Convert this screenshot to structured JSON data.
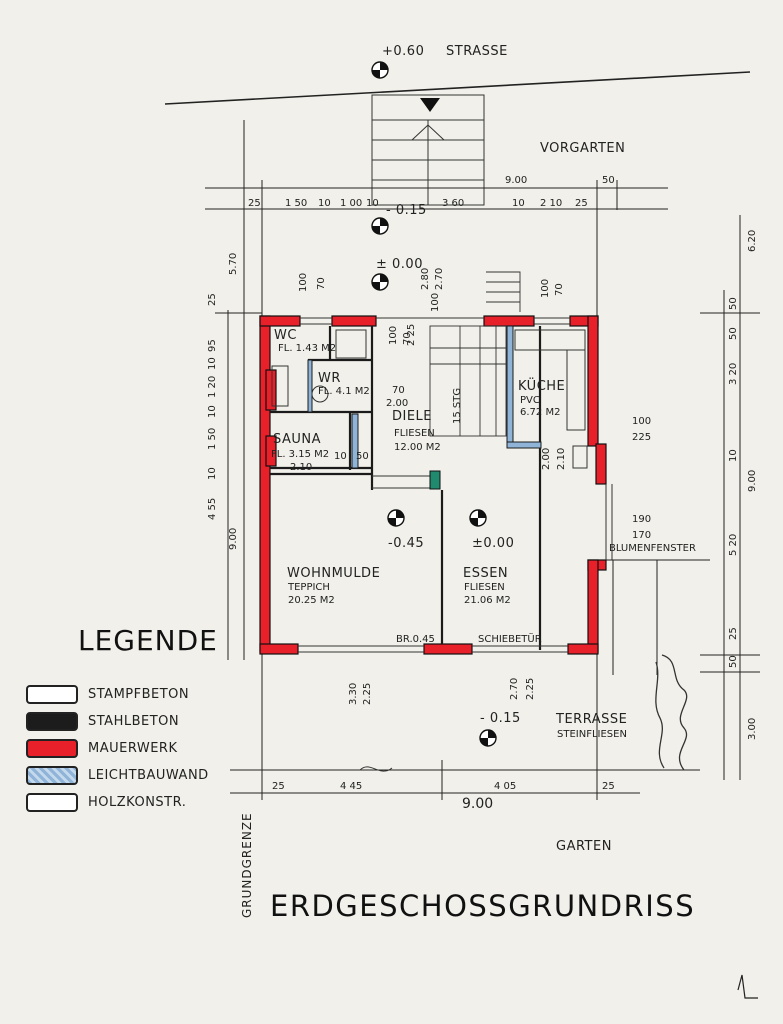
{
  "colors": {
    "paper": "#f1f0ea",
    "masonry": "#e8202a",
    "reinforced_concrete": "#1c1c1c",
    "lightweight_wall": "#8fb4d8",
    "tamped_concrete": "#ffffff",
    "wood": "#ffffff",
    "accent_green": "#1f8a6e"
  },
  "labels": {
    "street": "STRASSE",
    "front_garden": "VORGARTEN",
    "garden": "GARTEN",
    "terrace": "TERRASSE",
    "terrace_sub": "STEINFLIESEN",
    "plot_boundary": "GRUNDGRENZE",
    "flower_window": "BLUMENFENSTER",
    "parapet": "BR.0.45",
    "sliding_door": "SCHIEBETÜR",
    "stairs": "15 STG",
    "title": "ERDGESCHOSSGRUNDRISS"
  },
  "levels": {
    "street": "+0.60",
    "entrance": "- 0.15",
    "entry_floor": "± 0.00",
    "living": "-0.45",
    "dining": "±0.00",
    "terrace": "- 0.15"
  },
  "rooms": {
    "wc": {
      "name": "WC",
      "area": "FL. 1.43 M2"
    },
    "wr": {
      "name": "WR",
      "area": "FL. 4.1 M2"
    },
    "sauna": {
      "name": "SAUNA",
      "area": "FL. 3.15 M2"
    },
    "diele": {
      "name": "DIELE",
      "material": "FLIESEN",
      "area": "12.00 M2"
    },
    "kueche": {
      "name": "KÜCHE",
      "material": "PVC",
      "area": "6.72 M2"
    },
    "wohnmulde": {
      "name": "WOHNMULDE",
      "material": "TEPPICH",
      "area": "20.25 M2"
    },
    "essen": {
      "name": "ESSEN",
      "material": "FLIESEN",
      "area": "21.06 M2"
    }
  },
  "dimensions": {
    "top_total": "9.00",
    "top_right": "50",
    "top_row": [
      "25",
      "1 50",
      "10",
      "1 00",
      "10",
      "3 60",
      "10",
      "2 10",
      "25"
    ],
    "left_total_upper": "5.70",
    "left_total_lower": "9.00",
    "left_row": [
      "25",
      "95",
      "10",
      "1 20",
      "10",
      "1 50",
      "10",
      "4 55"
    ],
    "right_total_upper": "6.20",
    "right_total_mid": "9.00",
    "right_total_lower": "3.00",
    "right_row": [
      "50",
      "50",
      "3 20",
      "10",
      "5 20",
      "25",
      "50"
    ],
    "bottom_row": [
      "25",
      "4 45",
      "4 05",
      "25"
    ],
    "bottom_total": "9.00",
    "openings": [
      "100",
      "70",
      "100",
      "70",
      "2.80",
      "2.70",
      "100",
      "70",
      "100",
      "2 25",
      "70",
      "2.00",
      "10",
      "50",
      "2.10",
      "2.00",
      "2.10",
      "100",
      "225",
      "190",
      "170",
      "3.30",
      "2.25",
      "2.70",
      "2.25"
    ]
  },
  "legend": {
    "title": "LEGENDE",
    "items": [
      {
        "label": "STAMPFBETON",
        "color": "#ffffff"
      },
      {
        "label": "STAHLBETON",
        "color": "#1c1c1c"
      },
      {
        "label": "MAUERWERK",
        "color": "#e8202a"
      },
      {
        "label": "LEICHTBAUWAND",
        "color": "#8fb4d8"
      },
      {
        "label": "HOLZKONSTR.",
        "color": "#ffffff"
      }
    ]
  }
}
